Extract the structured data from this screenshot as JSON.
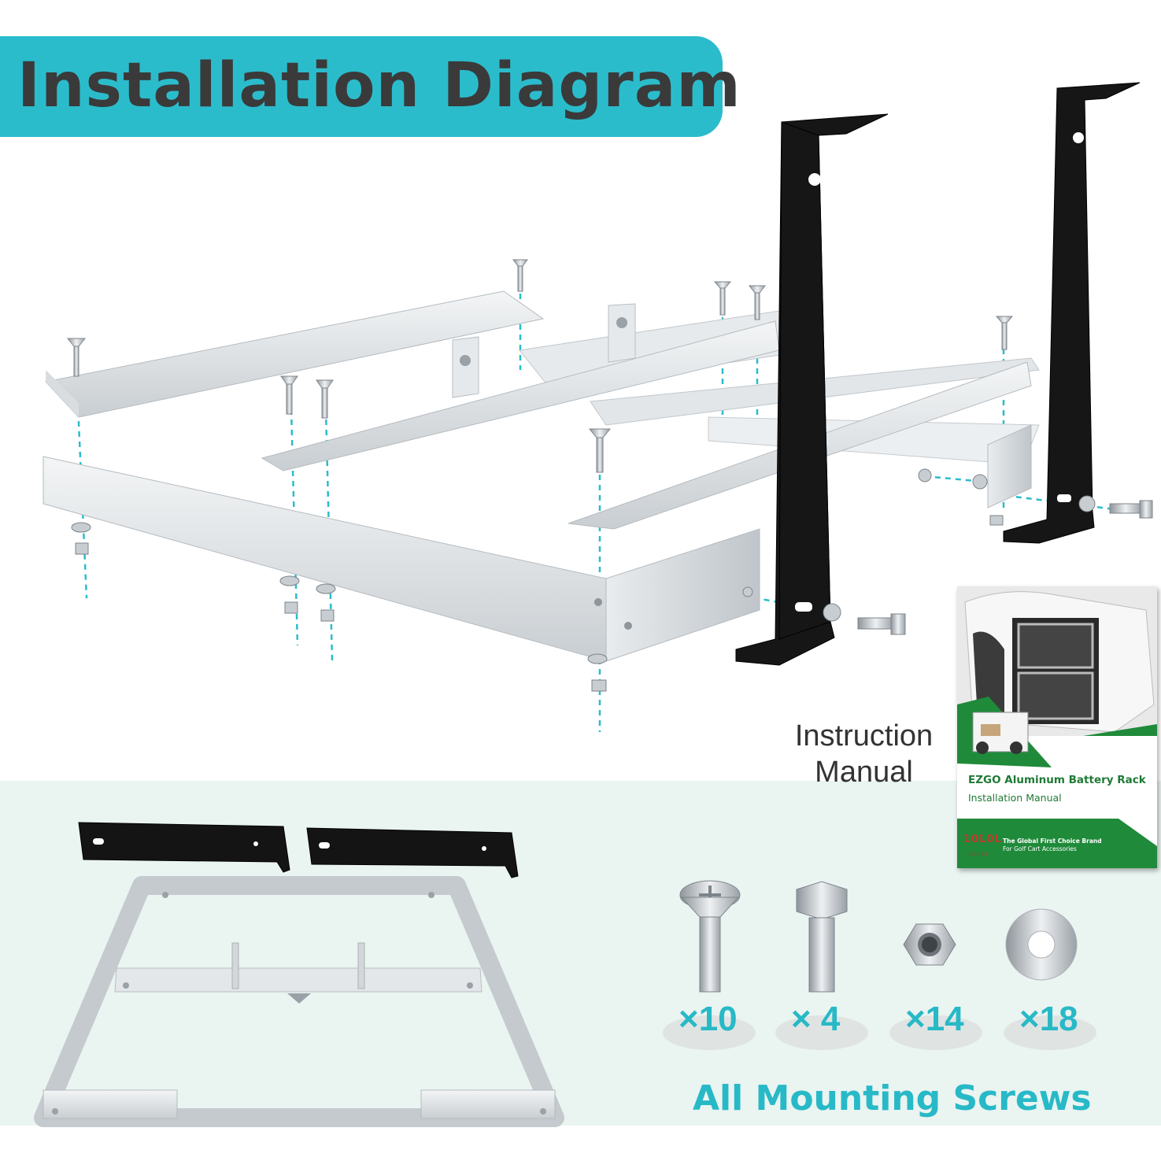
{
  "title": "Installation Diagram",
  "manual_label": "Instruction\nManual",
  "manual": {
    "title": "EZGO Aluminum Battery Rack",
    "subtitle": "Installation Manual",
    "slogan_line1": "The Global First Choice Brand",
    "slogan_line2": "For Golf Cart Accessories",
    "logo_text": "10L0L",
    "logo_sub": "10L0L"
  },
  "hardware": [
    {
      "name": "countersunk-screw",
      "qty": "×10"
    },
    {
      "name": "hex-bolt",
      "qty": "× 4"
    },
    {
      "name": "lock-nut",
      "qty": "×14"
    },
    {
      "name": "flat-washer",
      "qty": "×18"
    }
  ],
  "footer": "All Mounting Screws",
  "colors": {
    "accent": "#2bbccc",
    "title_text": "#3a3a3a",
    "aluminum": "#d8dcdf",
    "bracket": "#1a1a1a",
    "manual_green": "#1e7a34"
  }
}
